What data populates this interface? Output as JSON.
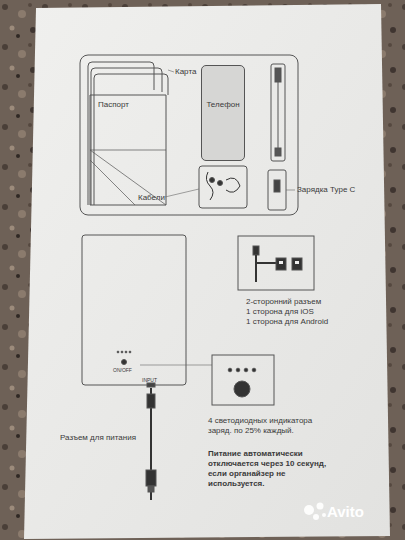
{
  "diagram": {
    "nodes": [
      {
        "text": [
          "Паспорт"
        ]
      },
      {
        "text": [
          "Телефон"
        ]
      }
    ],
    "labels": [
      "Карта",
      "Кабели",
      "Зарядка Type C",
      "ON/OFF",
      "INPUT",
      "2-сторонний разъем",
      "1 сторона для iOS",
      "1 сторона для Android",
      "4 светодиодных индикатора заряд. по 25% каждый.",
      "Разъем для питания",
      "Питание автоматически отключается через 10 секунд, если органайзер не используется.",
      "Avito"
    ]
  }
}
